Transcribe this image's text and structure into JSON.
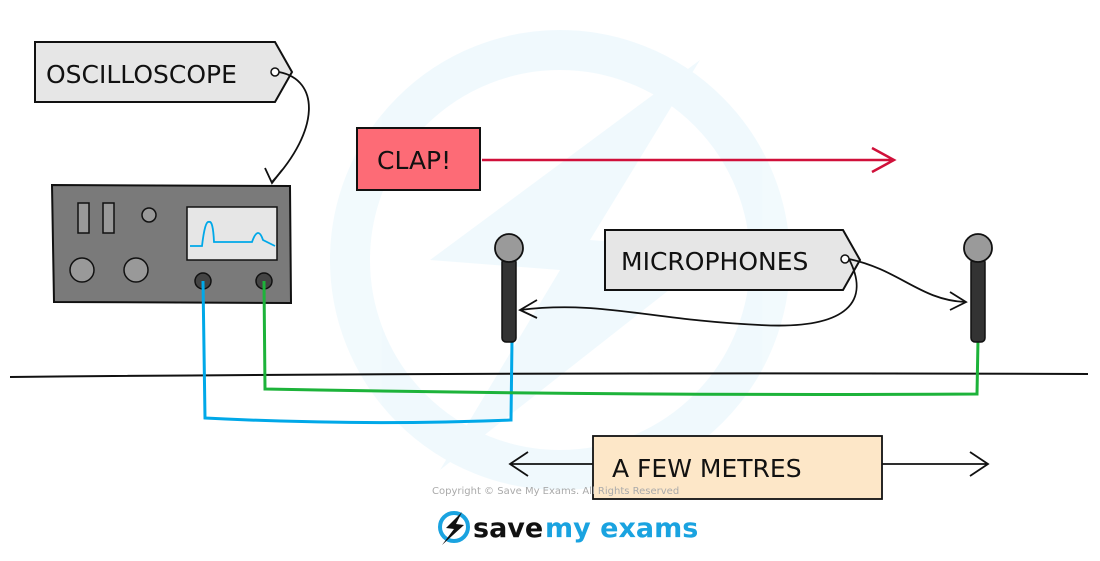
{
  "labels": {
    "oscilloscope": "OSCILLOSCOPE",
    "clap": "CLAP!",
    "microphones": "MICROPHONES",
    "distance": "A  FEW  METRES"
  },
  "footer": {
    "copyright": "Copyright © Save My Exams. All Rights Reserved",
    "logo_part1": "save",
    "logo_part2": "my exams"
  },
  "colors": {
    "clap_box": "#fd6b76",
    "clap_arrow": "#d0103a",
    "distance_box": "#fde7c8",
    "tag_fill": "#e6e6e6",
    "oscilloscope_body": "#7a7a7a",
    "blue_wire": "#00a8e8",
    "green_wire": "#1db33a",
    "brand_blue": "#1aa3e0"
  }
}
